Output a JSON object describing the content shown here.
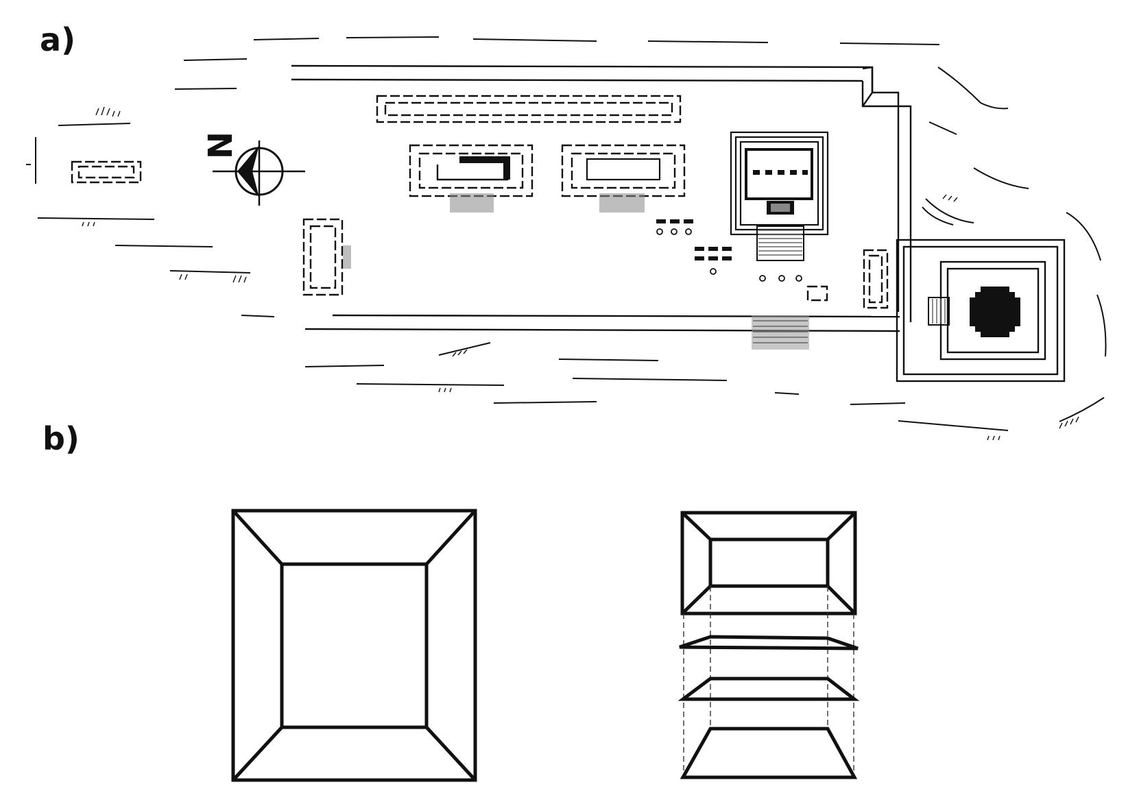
{
  "figure": {
    "panels": [
      {
        "id": "a",
        "label": "a)"
      },
      {
        "id": "b",
        "label": "b)"
      }
    ],
    "north_arrow": {
      "label": "N"
    },
    "colors": {
      "ink": "#111111",
      "hatch": "#666666",
      "background": "#ffffff"
    }
  }
}
